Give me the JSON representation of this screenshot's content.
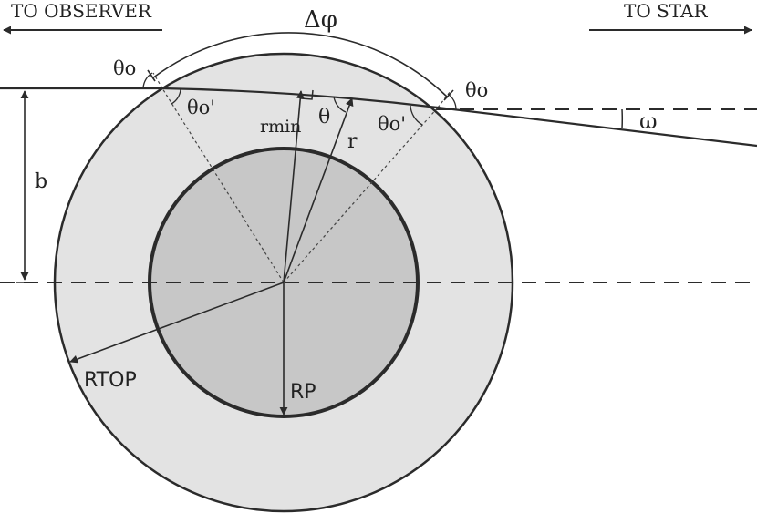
{
  "labels": {
    "to_observer": "TO OBSERVER",
    "to_star": "TO STAR",
    "delta_phi": "Δφ",
    "theta_o_left": "θo",
    "theta_o_prime_left": "θo'",
    "r_min": "rmin",
    "theta": "θ",
    "r": "r",
    "theta_o_prime_right": "θo'",
    "theta_o_right": "θo",
    "omega": "ω",
    "b": "b",
    "r_top": "RTOP",
    "r_p": "RP"
  },
  "colors": {
    "atmosphere": "#e3e3e3",
    "planet": "#c7c7c7",
    "stroke": "#2b2b2b"
  }
}
